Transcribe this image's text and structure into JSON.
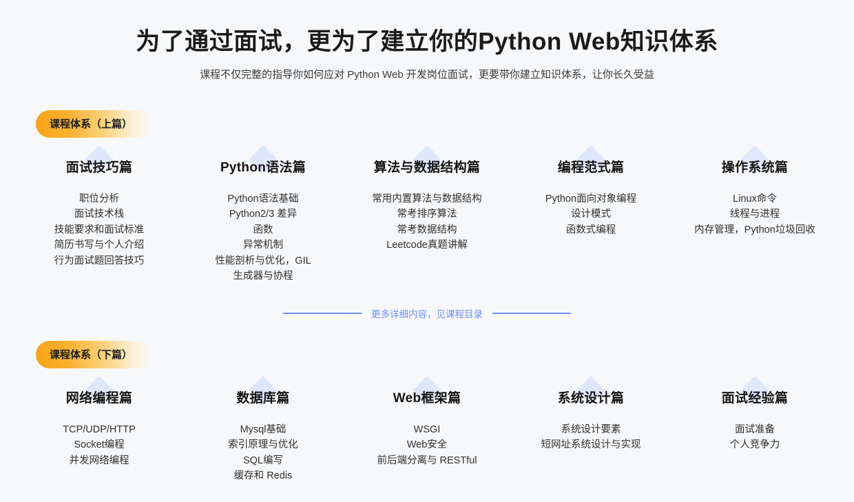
{
  "header": {
    "title": "为了通过面试，更为了建立你的Python Web知识体系",
    "subtitle": "课程不仅完整的指导你如何应对 Python Web 开发岗位面试，更要带你建立知识体系，让你长久受益"
  },
  "divider": {
    "text": "更多详细内容，见课程目录",
    "line_color": "#6f8ff5"
  },
  "theme": {
    "background": "#f7f8fa",
    "badge_gradient_start": "#f7a31a",
    "badge_gradient_end": "#f9f8f6",
    "diamond_color": "#dee7fb",
    "heading_color": "#141414",
    "body_color": "#2e2e2e"
  },
  "sections": [
    {
      "badge": "课程体系（上篇）",
      "columns": [
        {
          "title": "面试技巧篇",
          "items": [
            "职位分析",
            "面试技术栈",
            "技能要求和面试标准",
            "简历书写与个人介绍",
            "行为面试题回答技巧"
          ]
        },
        {
          "title": "Python语法篇",
          "items": [
            "Python语法基础",
            "Python2/3 差异",
            "函数",
            "异常机制",
            "性能剖析与优化，GIL",
            "生成器与协程"
          ]
        },
        {
          "title": "算法与数据结构篇",
          "items": [
            "常用内置算法与数据结构",
            "常考排序算法",
            "常考数据结构",
            "Leetcode真题讲解"
          ]
        },
        {
          "title": "编程范式篇",
          "items": [
            "Python面向对象编程",
            "设计模式",
            "函数式编程"
          ]
        },
        {
          "title": "操作系统篇",
          "items": [
            "Linux命令",
            "线程与进程",
            "内存管理，Python垃圾回收"
          ]
        }
      ]
    },
    {
      "badge": "课程体系（下篇）",
      "columns": [
        {
          "title": "网络编程篇",
          "items": [
            "TCP/UDP/HTTP",
            "Socket编程",
            "并发网络编程"
          ]
        },
        {
          "title": "数据库篇",
          "items": [
            "Mysql基础",
            "索引原理与优化",
            "SQL编写",
            "缓存和 Redis"
          ]
        },
        {
          "title": "Web框架篇",
          "items": [
            "WSGI",
            "Web安全",
            "前后端分离与 RESTful"
          ]
        },
        {
          "title": "系统设计篇",
          "items": [
            "系统设计要素",
            "短网址系统设计与实现"
          ]
        },
        {
          "title": "面试经验篇",
          "items": [
            "面试准备",
            "个人竞争力"
          ]
        }
      ]
    }
  ]
}
